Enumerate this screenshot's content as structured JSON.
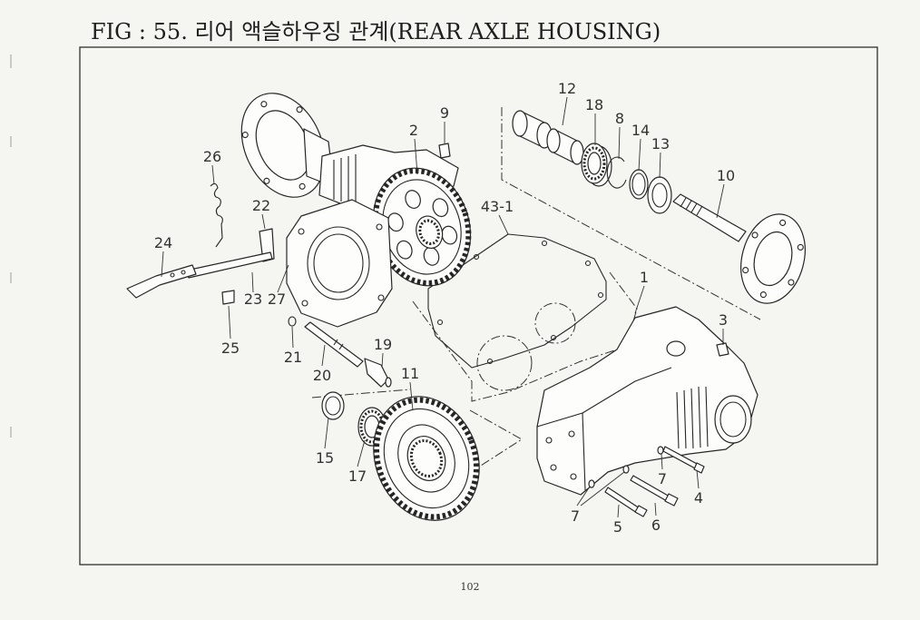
{
  "figure": {
    "title": "FIG : 55. 리어 액슬하우징 관계(REAR AXLE HOUSING)"
  },
  "callouts": [
    "12",
    "18",
    "8",
    "14",
    "13",
    "10",
    "9",
    "2",
    "26",
    "22",
    "43-1",
    "24",
    "23",
    "27",
    "1",
    "3",
    "25",
    "21",
    "19",
    "20",
    "11",
    "15",
    "17",
    "7",
    "4",
    "7",
    "5",
    "6"
  ],
  "page_number": "102"
}
